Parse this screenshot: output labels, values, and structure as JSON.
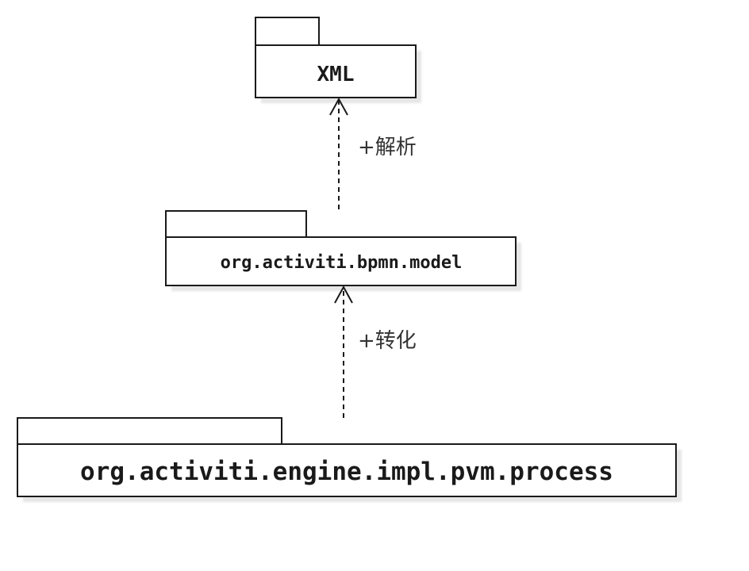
{
  "diagram": {
    "packages": [
      {
        "id": "xml",
        "name": "XML"
      },
      {
        "id": "bpmn-model",
        "name": "org.activiti.bpmn.model"
      },
      {
        "id": "pvm-process",
        "name": "org.activiti.engine.impl.pvm.process"
      }
    ],
    "dependencies": [
      {
        "from": "bpmn-model",
        "to": "xml",
        "label": "+解析"
      },
      {
        "from": "pvm-process",
        "to": "bpmn-model",
        "label": "+转化"
      }
    ]
  },
  "colors": {
    "stroke": "#1a1a1a",
    "fill": "#ffffff",
    "shadow": "#e6e6e6"
  }
}
